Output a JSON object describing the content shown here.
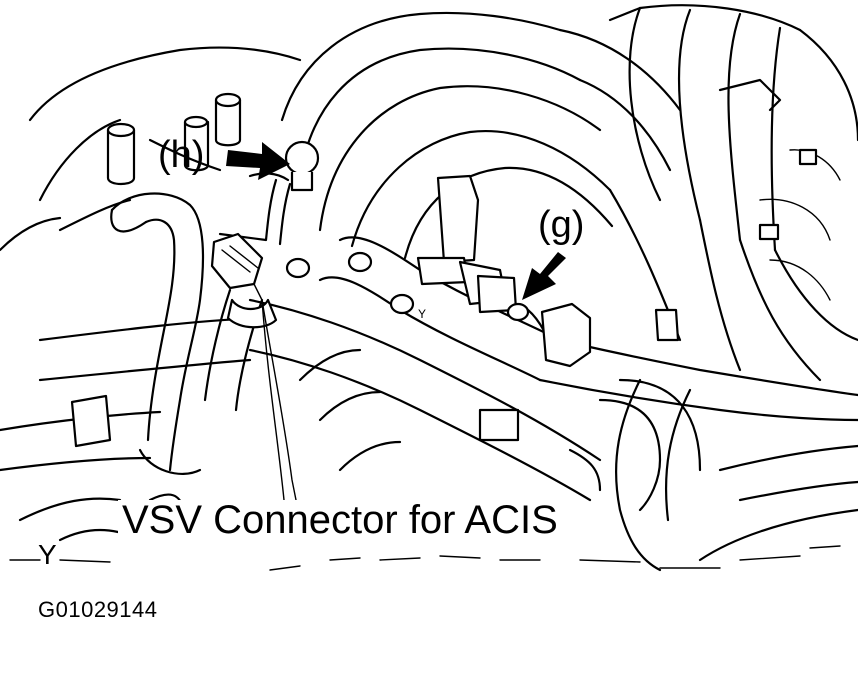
{
  "labels": {
    "h": "(h)",
    "g": "(g)",
    "caption": "VSV Connector for ACIS",
    "corner_mark": "Y",
    "small_mark": "Y"
  },
  "figure_id": "G01029144"
}
